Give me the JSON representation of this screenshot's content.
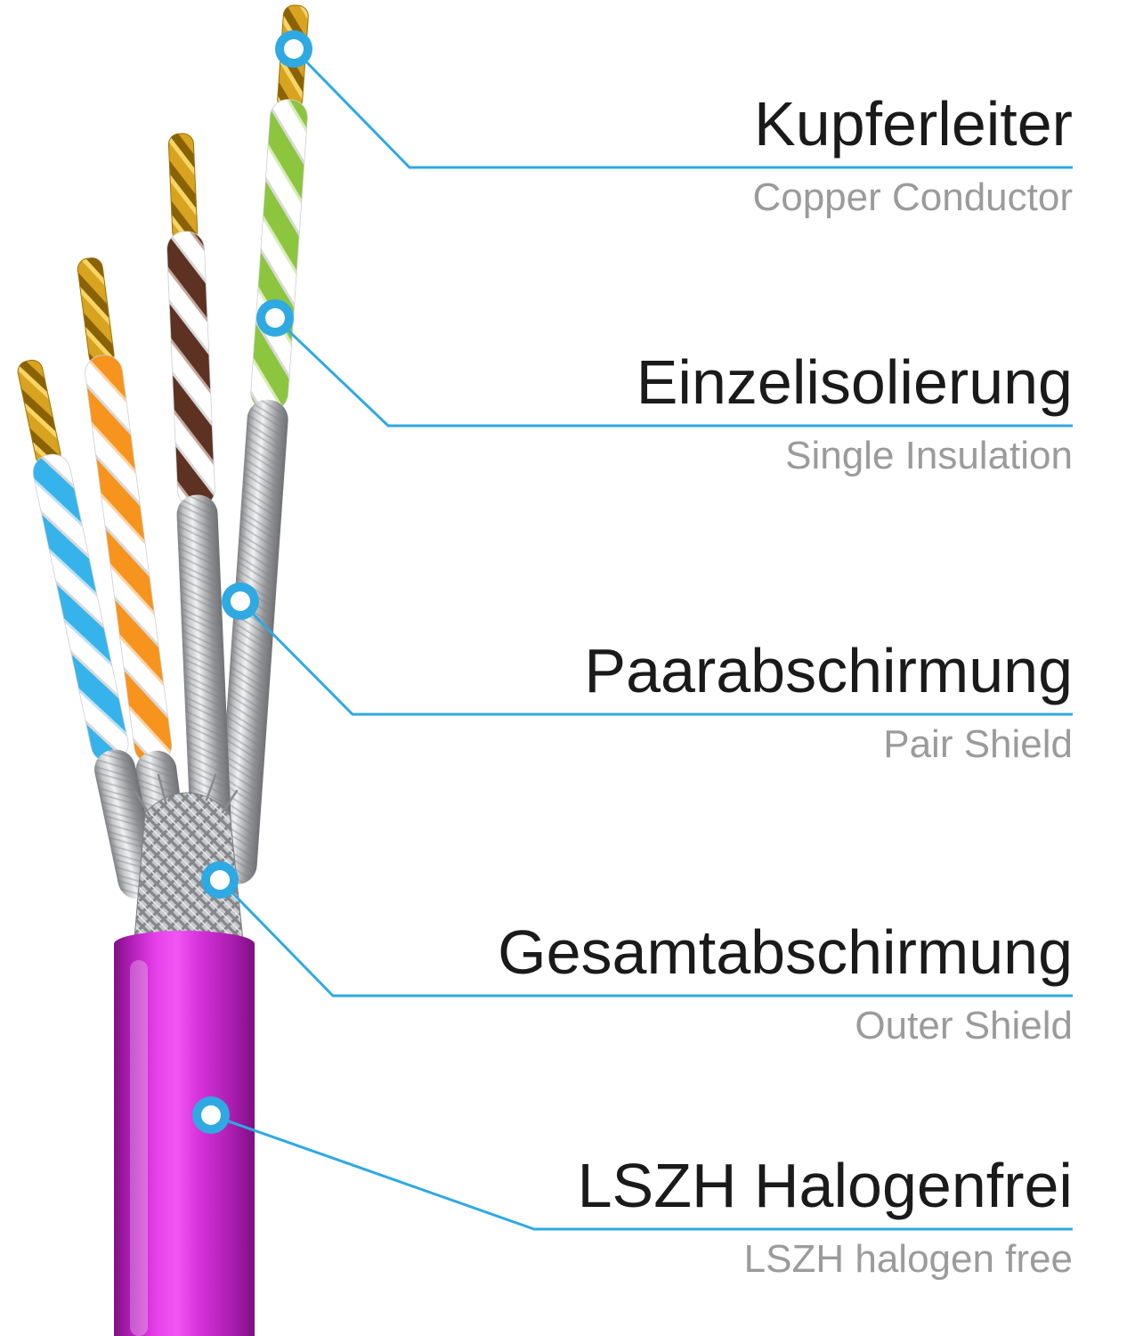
{
  "accent_color": "#2fa9e2",
  "background": "#ffffff",
  "callouts": [
    {
      "id": "copper-conductor",
      "de": "Kupferleiter",
      "en": "Copper Conductor"
    },
    {
      "id": "single-insulation",
      "de": "Einzelisolierung",
      "en": "Single Insulation"
    },
    {
      "id": "pair-shield",
      "de": "Paarabschirmung",
      "en": "Pair Shield"
    },
    {
      "id": "outer-shield",
      "de": "Gesamtabschirmung",
      "en": "Outer Shield"
    },
    {
      "id": "lszh",
      "de": "LSZH Halogenfrei",
      "en": "LSZH halogen free"
    }
  ],
  "cable": {
    "pair_count": 4,
    "jacket_color": "#d232d6",
    "outer_shield_color": "#c7c8cb",
    "pair_shield_color": "#c2c3c5",
    "copper_color": "#d8a31f",
    "pair_colors": [
      "#36b3ea",
      "#f7941d",
      "#5d3222",
      "#8cc63f"
    ]
  }
}
